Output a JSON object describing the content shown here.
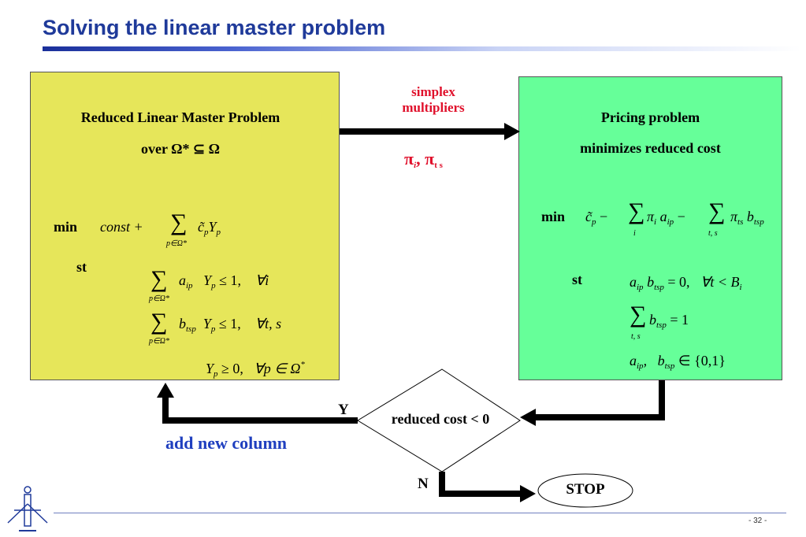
{
  "title": "Solving the linear master problem",
  "master": {
    "heading": "Reduced Linear Master Problem",
    "over": "over Ω* ⊆ Ω",
    "min_label": "min",
    "objective_lhs": "const +",
    "sum_under_set": "p∈Ω*",
    "objective_term_c": "c̃",
    "objective_term_sub_p": "p",
    "objective_term_Y": "Y",
    "st_label": "st",
    "c1_a": "a",
    "c1_a_sub": "ip",
    "c1_Y": "Y",
    "c1_Y_sub": "p",
    "c1_rel": "≤ 1,",
    "c1_forall": "∀i",
    "c2_b": "b",
    "c2_b_sub": "tsp",
    "c2_Y": "Y",
    "c2_Y_sub": "p",
    "c2_rel": "≤ 1,",
    "c2_forall": "∀t, s",
    "c3_Y": "Y",
    "c3_Y_sub": "p",
    "c3_rel": "≥ 0,",
    "c3_forall": "∀p ∈ Ω",
    "c3_sup": "*"
  },
  "pricing": {
    "heading": "Pricing problem",
    "subheading": "minimizes reduced cost",
    "min_label": "min",
    "obj_c": "c̃",
    "obj_c_sub": "p",
    "obj_minus1": "−",
    "obj_pi": "π",
    "obj_pi_sub": "i",
    "obj_a": "a",
    "obj_a_sub": "ip",
    "obj_sum1_under": "i",
    "obj_minus2": "−",
    "obj_pi2": "π",
    "obj_pi2_sub": "ts",
    "obj_b": "b",
    "obj_b_sub": "tsp",
    "obj_sum2_under": "t, s",
    "st_label": "st",
    "c1_a": "a",
    "c1_a_sub": "ip",
    "c1_b": "b",
    "c1_b_sub": "tsp",
    "c1_rel": "= 0,",
    "c1_forall": "∀t < B",
    "c1_forall_sub": "i",
    "c2_b": "b",
    "c2_b_sub": "tsp",
    "c2_rel": "= 1",
    "c2_sum_under": "t, s",
    "c3_a": "a",
    "c3_a_sub": "ip",
    "c3_b": "b",
    "c3_b_sub": "tsp",
    "c3_set": "∈ {0,1}"
  },
  "arrow_label": {
    "line1": "simplex",
    "line2": "multipliers",
    "pi_i": "π",
    "pi_i_sub": "i",
    "comma": ",",
    "pi_ts": "π",
    "pi_ts_sub": "t s"
  },
  "decision": {
    "label": "reduced cost < 0",
    "yes": "Y",
    "no": "N"
  },
  "add_column": "add new column",
  "stop": "STOP",
  "page_number": "- 32 -",
  "colors": {
    "title": "#1f3a9a",
    "master_box": "#e6e65a",
    "pricing_box": "#66ff99",
    "multipliers": "#e0102b",
    "add_column": "#1f3fbf"
  }
}
